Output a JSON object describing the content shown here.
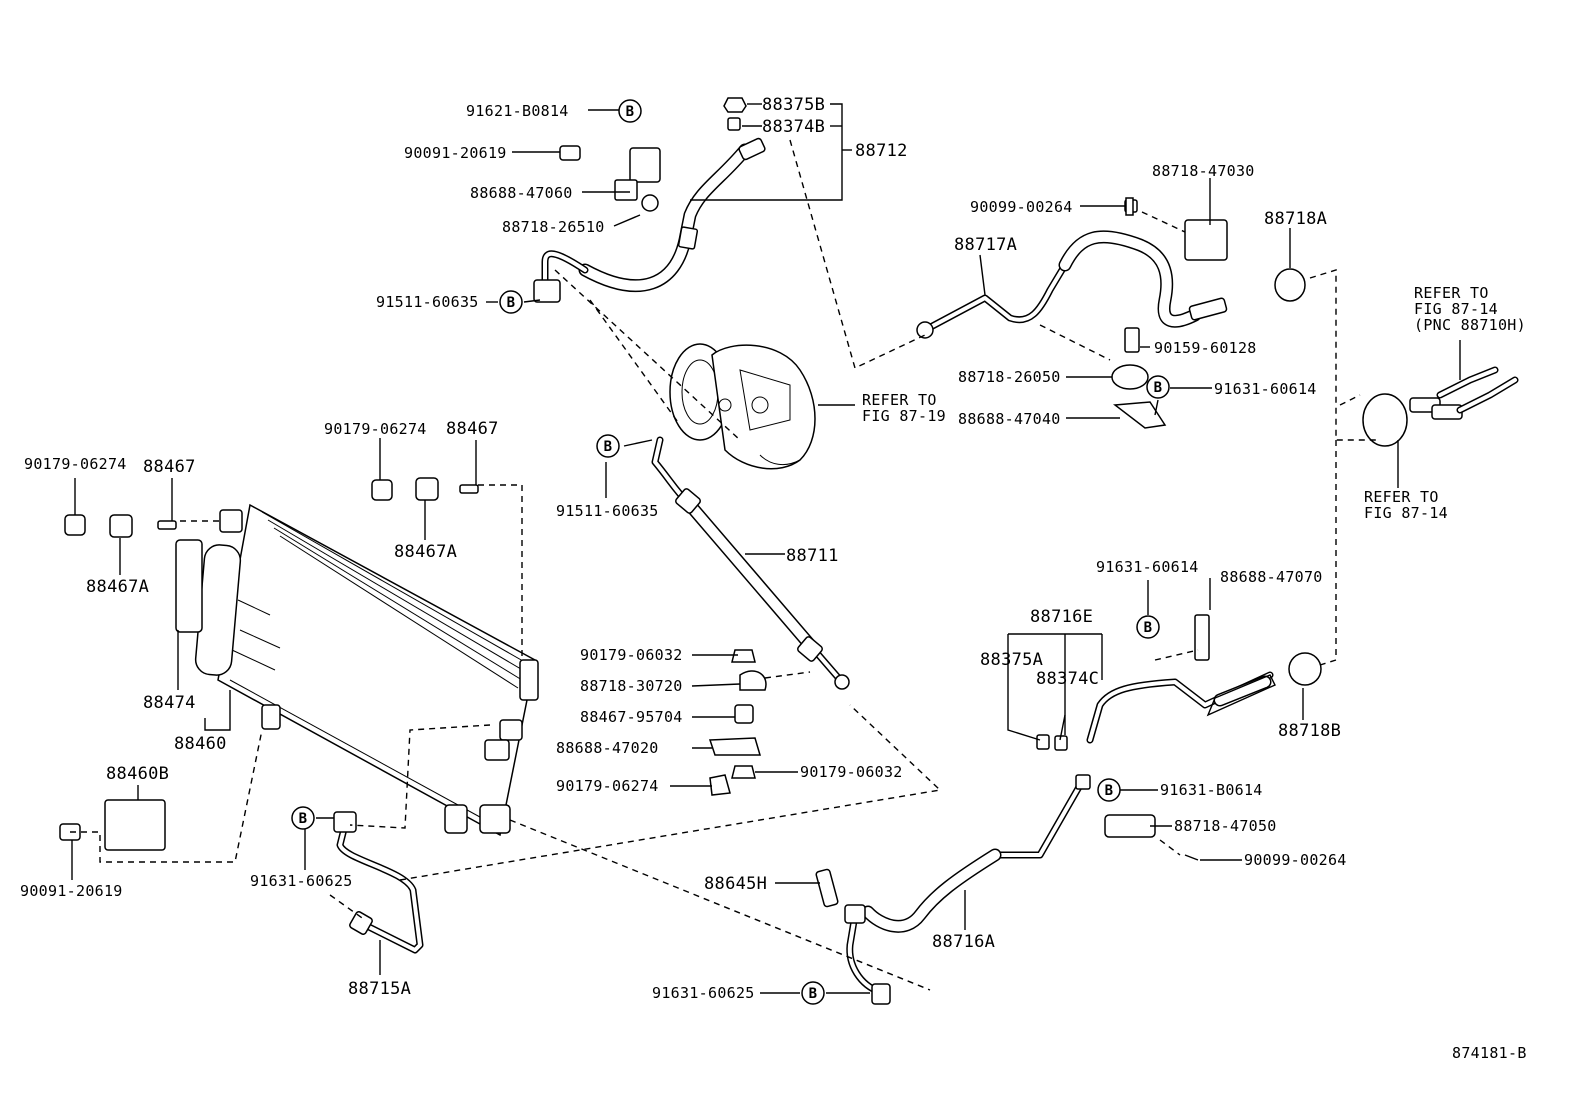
{
  "labels": {
    "p91621_b0814": "91621-B0814",
    "p90091_20619_top": "90091-20619",
    "p88688_47060": "88688-47060",
    "p88718_26510": "88718-26510",
    "p91511_60635_top": "91511-60635",
    "p88375b": "88375B",
    "p88374b": "88374B",
    "p88712": "88712",
    "p88718_47030": "88718-47030",
    "p90099_00264_top": "90099-00264",
    "p88717a": "88717A",
    "p88718a": "88718A",
    "p90159_60128": "90159-60128",
    "p88718_26050": "88718-26050",
    "p91631_60614_mid": "91631-60614",
    "p88688_47040": "88688-47040",
    "refer_87_14_pnc_1": "REFER TO",
    "refer_87_14_pnc_2": "FIG 87-14",
    "refer_87_14_pnc_3": "(PNC 88710H)",
    "refer_87_14_1": "REFER TO",
    "refer_87_14_2": "FIG 87-14",
    "refer_87_19_1": "REFER TO",
    "refer_87_19_2": "FIG 87-19",
    "p91511_60635_mid": "91511-60635",
    "p88711": "88711",
    "p90179_06274_a": "90179-06274",
    "p88467_a": "88467",
    "p88467a_a": "88467A",
    "p90179_06274_b": "90179-06274",
    "p88467_b": "88467",
    "p88467a_b": "88467A",
    "p88474": "88474",
    "p88460": "88460",
    "p88460b": "88460B",
    "p90091_20619_bot": "90091-20619",
    "p91631_60625_left": "91631-60625",
    "p88715a": "88715A",
    "p90179_06032_a": "90179-06032",
    "p88718_30720": "88718-30720",
    "p88467_95704": "88467-95704",
    "p88688_47020": "88688-47020",
    "p90179_06274_c": "90179-06274",
    "p90179_06032_b": "90179-06032",
    "p91631_60614_right": "91631-60614",
    "p88688_47070": "88688-47070",
    "p88716e": "88716E",
    "p88375a": "88375A",
    "p88374c": "88374C",
    "p88718b": "88718B",
    "p91631_b0614": "91631-B0614",
    "p88718_47050": "88718-47050",
    "p90099_00264_bot": "90099-00264",
    "p88645h": "88645H",
    "p88716a": "88716A",
    "p91631_60625_bot": "91631-60625",
    "b_marker": "B",
    "figure_code": "874181-B"
  }
}
